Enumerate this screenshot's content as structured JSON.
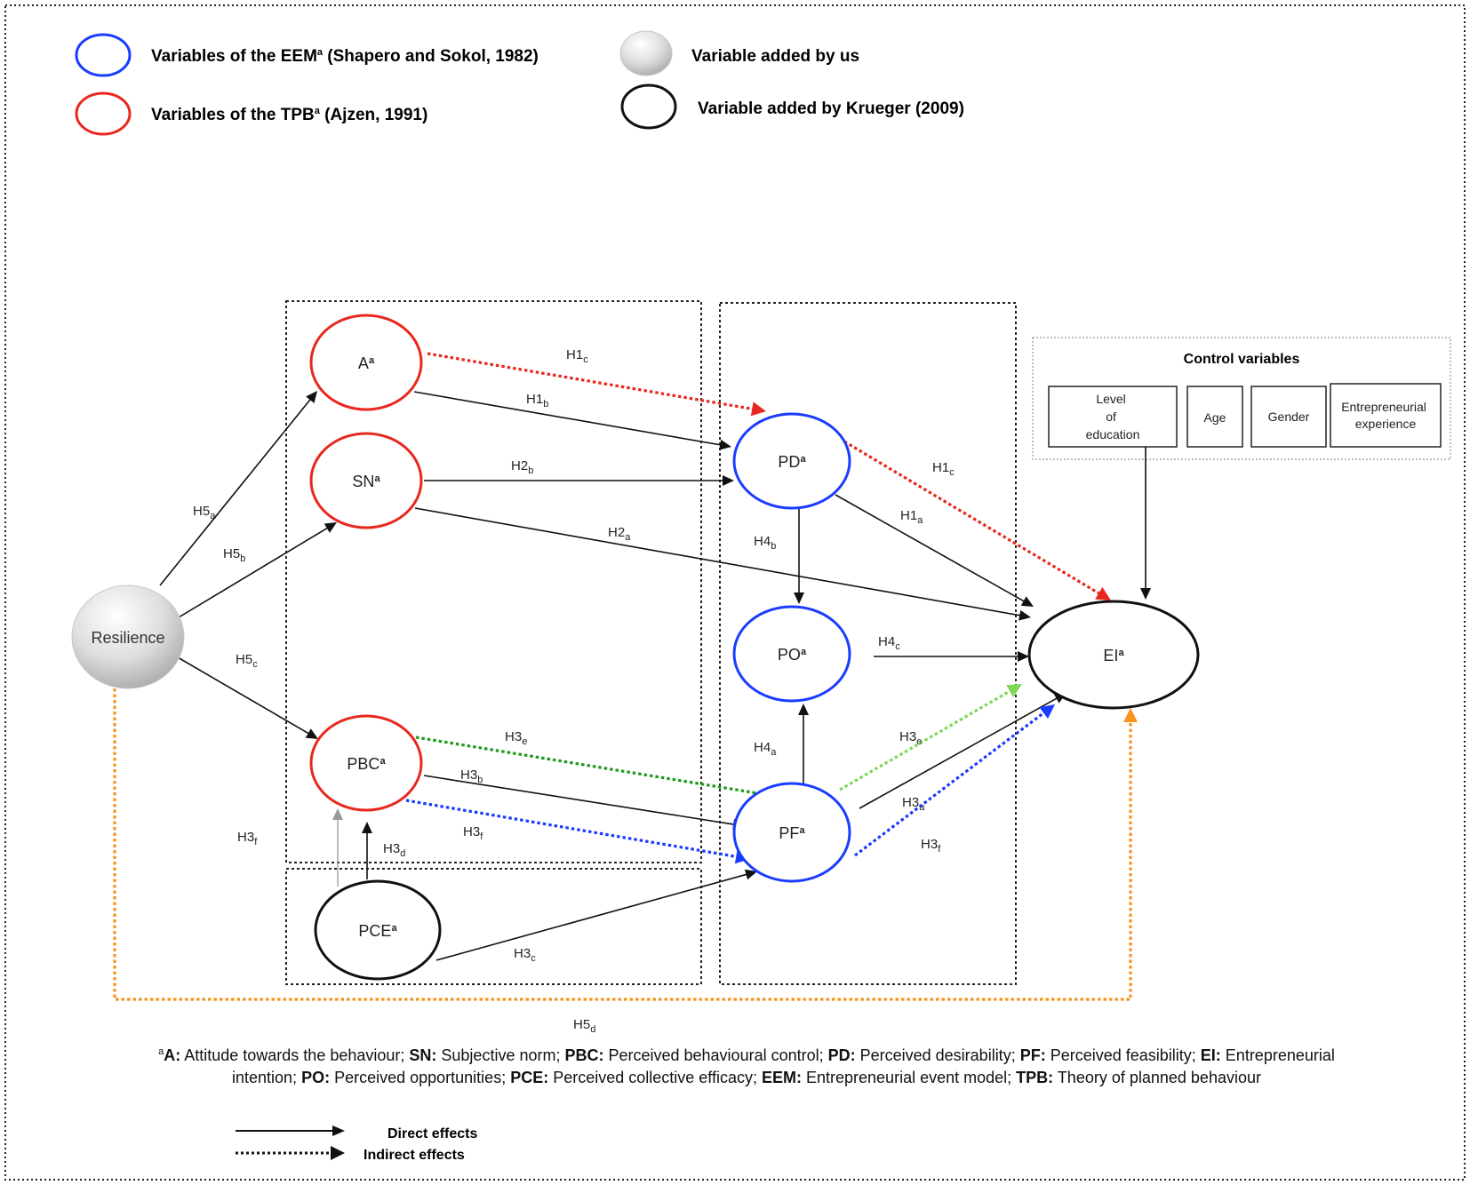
{
  "legend": {
    "eem": {
      "prefix": "Variables of the EEM",
      "sup": "a",
      "suffix": " (Shapero and Sokol, 1982)",
      "color": "#1a3cff"
    },
    "tpb": {
      "prefix": "Variables of the TPB",
      "sup": "a",
      "suffix": " (Ajzen, 1991)",
      "color": "#e8281e"
    },
    "added_by_us": "Variable added by us",
    "krueger": "Variable added by Krueger (2009)"
  },
  "nodes": {
    "A": {
      "main": "A",
      "sup": "a"
    },
    "SN": {
      "main": "SN",
      "sup": "a"
    },
    "PBC": {
      "main": "PBC",
      "sup": "a"
    },
    "PCE": {
      "main": "PCE",
      "sup": "a"
    },
    "PD": {
      "main": "PD",
      "sup": "a"
    },
    "PO": {
      "main": "PO",
      "sup": "a"
    },
    "PF": {
      "main": "PF",
      "sup": "a"
    },
    "EI": {
      "main": "EI",
      "sup": "a"
    },
    "Resilience": {
      "main": "Resilience"
    }
  },
  "controls": {
    "title": "Control variables",
    "items": [
      {
        "lines": [
          "Level",
          "of",
          "education"
        ]
      },
      {
        "lines": [
          "Age"
        ]
      },
      {
        "lines": [
          "Gender"
        ]
      },
      {
        "lines": [
          "Entrepreneurial",
          "experience"
        ]
      }
    ]
  },
  "edges": [
    {
      "id": "A-PD-ind",
      "from": "A",
      "to": "PD",
      "label": "H1",
      "sub": "c",
      "style": "dotted",
      "color": "#e8281e"
    },
    {
      "id": "A-PD",
      "from": "A",
      "to": "PD",
      "label": "H1",
      "sub": "b",
      "style": "solid",
      "color": "#111111"
    },
    {
      "id": "SN-PD",
      "from": "SN",
      "to": "PD",
      "label": "H2",
      "sub": "b",
      "style": "solid",
      "color": "#111111"
    },
    {
      "id": "SN-EI",
      "from": "SN",
      "to": "EI",
      "label": "H2",
      "sub": "a",
      "style": "solid",
      "color": "#111111"
    },
    {
      "id": "PD-EI-ind",
      "from": "PD",
      "to": "EI",
      "label": "H1",
      "sub": "c",
      "style": "dotted",
      "color": "#e8281e"
    },
    {
      "id": "PD-EI",
      "from": "PD",
      "to": "EI",
      "label": "H1",
      "sub": "a",
      "style": "solid",
      "color": "#111111"
    },
    {
      "id": "PD-PO",
      "from": "PD",
      "to": "PO",
      "label": "H4",
      "sub": "b",
      "style": "solid",
      "color": "#111111"
    },
    {
      "id": "PO-EI",
      "from": "PO",
      "to": "EI",
      "label": "H4",
      "sub": "c",
      "style": "solid",
      "color": "#111111"
    },
    {
      "id": "PF-PO",
      "from": "PF",
      "to": "PO",
      "label": "H4",
      "sub": "a",
      "style": "solid",
      "color": "#111111"
    },
    {
      "id": "Res-A",
      "from": "Resilience",
      "to": "A",
      "label": "H5",
      "sub": "a",
      "style": "solid",
      "color": "#111111"
    },
    {
      "id": "Res-SN",
      "from": "Resilience",
      "to": "SN",
      "label": "H5",
      "sub": "b",
      "style": "solid",
      "color": "#111111"
    },
    {
      "id": "Res-PBC",
      "from": "Resilience",
      "to": "PBC",
      "label": "H5",
      "sub": "c",
      "style": "solid",
      "color": "#111111"
    },
    {
      "id": "Res-EI-ind",
      "from": "Resilience",
      "to": "EI",
      "label": "H5",
      "sub": "d",
      "style": "dotted",
      "color": "#f7931e"
    },
    {
      "id": "PBC-PF-ind-g",
      "from": "PBC",
      "to": "PF",
      "label": "H3",
      "sub": "e",
      "style": "dotted",
      "color": "#1e9a1e"
    },
    {
      "id": "PBC-PF",
      "from": "PBC",
      "to": "PF",
      "label": "H3",
      "sub": "b",
      "style": "solid",
      "color": "#111111"
    },
    {
      "id": "PBC-PF-ind-b",
      "from": "PBC",
      "to": "PF",
      "label": "H3",
      "sub": "f",
      "style": "dotted",
      "color": "#1a3cff"
    },
    {
      "id": "PCE-PBC-thin",
      "from": "PCE",
      "to": "PBC",
      "label": "H3",
      "sub": "f",
      "style": "solid",
      "color": "#9a9a9a"
    },
    {
      "id": "PCE-PBC",
      "from": "PCE",
      "to": "PBC",
      "label": "H3",
      "sub": "d",
      "style": "solid",
      "color": "#111111"
    },
    {
      "id": "PCE-PF",
      "from": "PCE",
      "to": "PF",
      "label": "H3",
      "sub": "c",
      "style": "solid",
      "color": "#111111"
    },
    {
      "id": "PF-EI-ind-g",
      "from": "PF",
      "to": "EI",
      "label": "H3",
      "sub": "e",
      "style": "dotted",
      "color": "#7ed957"
    },
    {
      "id": "PF-EI",
      "from": "PF",
      "to": "EI",
      "label": "H3",
      "sub": "a",
      "style": "solid",
      "color": "#111111"
    },
    {
      "id": "PF-EI-ind-b",
      "from": "PF",
      "to": "EI",
      "label": "H3",
      "sub": "f",
      "style": "dotted",
      "color": "#1a3cff"
    },
    {
      "id": "Ctrl-EI",
      "from": "Controls",
      "to": "EI",
      "label": "",
      "sub": "",
      "style": "solid",
      "color": "#111111"
    }
  ],
  "abbreviations": [
    {
      "sup": "a",
      "key": "A:",
      "text": " Attitude towards the behaviour; "
    },
    {
      "key": "SN:",
      "text": " Subjective norm; "
    },
    {
      "key": "PBC:",
      "text": " Perceived behavioural control; "
    },
    {
      "key": "PD:",
      "text": " Perceived desirability; "
    },
    {
      "key": "PF:",
      "text": " Perceived feasibility; "
    },
    {
      "key": "EI:",
      "text": " Entrepreneurial intention; "
    },
    {
      "key": "PO:",
      "text": " Perceived opportunities; "
    },
    {
      "key": "PCE:",
      "text": " Perceived collective efficacy; "
    },
    {
      "key": "EEM:",
      "text": " Entrepreneurial event model; "
    },
    {
      "key": "TPB:",
      "text": " Theory of planned behaviour"
    }
  ],
  "arrow_legend": {
    "direct": "Direct effects",
    "indirect": "Indirect effects"
  }
}
